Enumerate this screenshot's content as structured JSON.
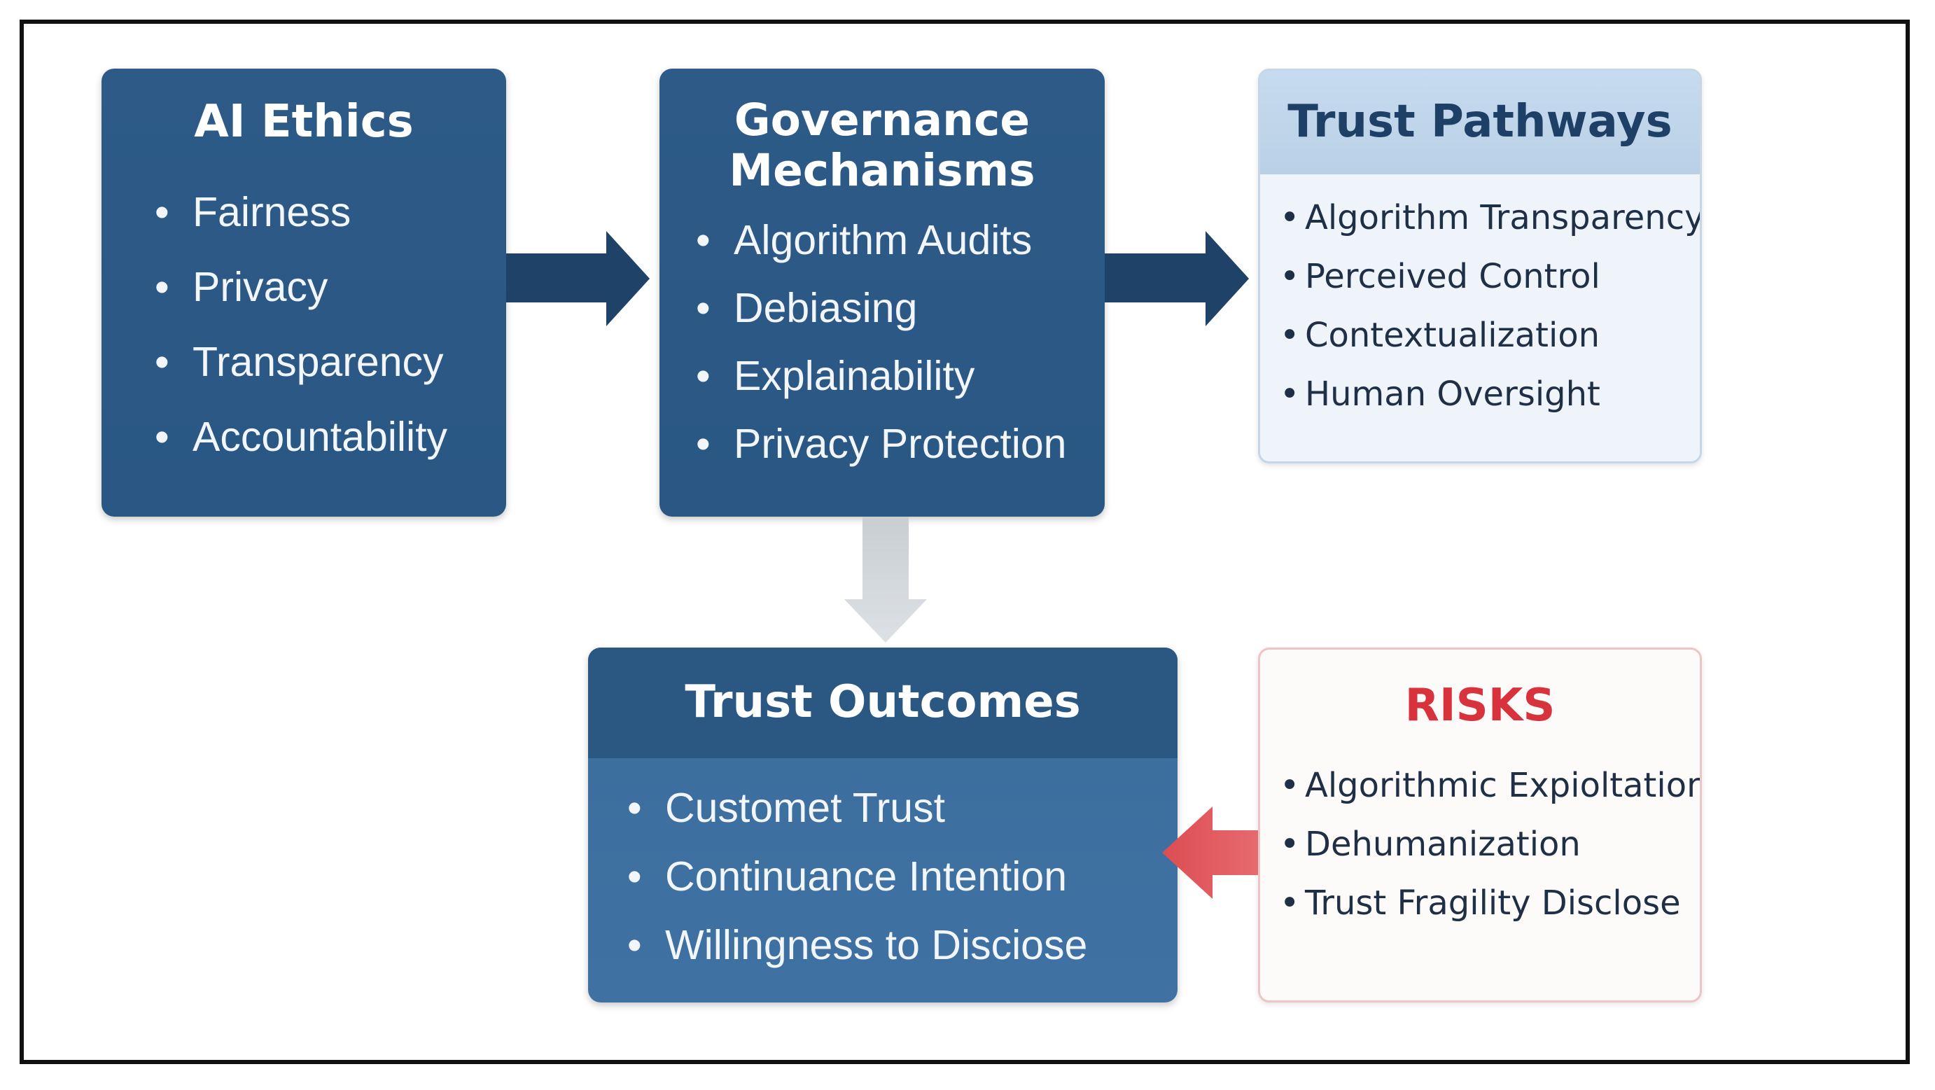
{
  "ai_ethics": {
    "title": "AI Ethics",
    "items": [
      "Fairness",
      "Privacy",
      "Transparency",
      "Accountability"
    ]
  },
  "governance": {
    "title_line1": "Governance",
    "title_line2": "Mechanisms",
    "items": [
      "Algorithm Audits",
      "Debiasing",
      "Explainability",
      "Privacy Protection"
    ]
  },
  "trust_pathways": {
    "title": "Trust Pathways",
    "items": [
      "Algorithm Transparency",
      "Perceived Control",
      "Contextualization",
      "Human Oversight"
    ]
  },
  "trust_outcomes": {
    "title": "Trust Outcomes",
    "items": [
      "Customet Trust",
      "Continuance Intention",
      "Willingness to Disciose"
    ]
  },
  "risks": {
    "title": "RISKS",
    "items": [
      "Algorithmic Expioltation",
      "Dehumanization",
      "Trust Fragility Disclose"
    ]
  },
  "colors": {
    "dark_box": "#2d5a87",
    "arrow_dark": "#1f4368",
    "arrow_gray": "#d4d8dc",
    "arrow_red": "#e0595e",
    "risk_title": "#d8333c"
  }
}
